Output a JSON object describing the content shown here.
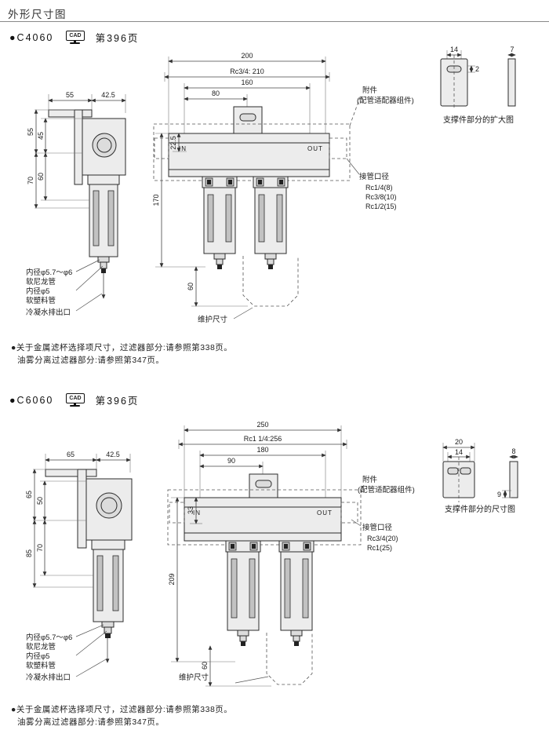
{
  "title": "外形尺寸图",
  "s1": {
    "model": "●C4060",
    "cad": "CAD",
    "page": "第396页",
    "side": {
      "w1": "55",
      "w2": "42.5",
      "h1": "55",
      "h2": "45",
      "h3": "70",
      "h4": "60",
      "tube1": "内径φ5.7～φ6",
      "tube2": "软尼龙管",
      "tube3": "内径φ5",
      "tube4": "软塑料管",
      "drain": "冷凝水排出口"
    },
    "front": {
      "w_total": "200",
      "w_rc": "Rc3/4: 210",
      "w_a": "160",
      "w_b": "80",
      "in": "IN",
      "out": "OUT",
      "h_top": "22.5",
      "h_main": "170",
      "h_bot": "60",
      "att1": "附件",
      "att2": "(配管适配器组件)",
      "port_title": "接管口径",
      "port1": "Rc1/4(8)",
      "port2": "Rc3/8(10)",
      "port3": "Rc1/2(15)",
      "maint": "维护尺寸"
    },
    "bracket": {
      "d1": "14",
      "d2": "2",
      "d3": "7",
      "caption": "支撑件部分的扩大图"
    },
    "note1": "●关于金属滤杯选择项尺寸，过滤器部分:请参照第338页。",
    "note2": "油雾分离过滤器部分:请参照第347页。"
  },
  "s2": {
    "model": "●C6060",
    "cad": "CAD",
    "page": "第396页",
    "side": {
      "w1": "65",
      "w2": "42.5",
      "h1": "65",
      "h2": "50",
      "h3": "85",
      "h4": "70",
      "tube1": "内径φ5.7～φ6",
      "tube2": "软尼龙管",
      "tube3": "内径φ5",
      "tube4": "软塑料管",
      "drain": "冷凝水排出口"
    },
    "front": {
      "w_total": "250",
      "w_rc": "Rc1 1/4:256",
      "w_a": "180",
      "w_b": "90",
      "in": "IN",
      "out": "OUT",
      "h_top": "33",
      "h_main": "209",
      "h_bot": "60",
      "att1": "附件",
      "att2": "(配管适配器组件)",
      "port_title": "接管口径",
      "port1": "Rc3/4(20)",
      "port2": "Rc1(25)",
      "maint": "维护尺寸"
    },
    "bracket": {
      "d1": "20",
      "d2": "14",
      "d3": "8",
      "d4": "9",
      "caption": "支撑件部分的尺寸图"
    },
    "note1": "●关于金属滤杯选择项尺寸，过滤器部分:请参照第338页。",
    "note2": "油雾分离过滤器部分:请参照第347页。"
  }
}
